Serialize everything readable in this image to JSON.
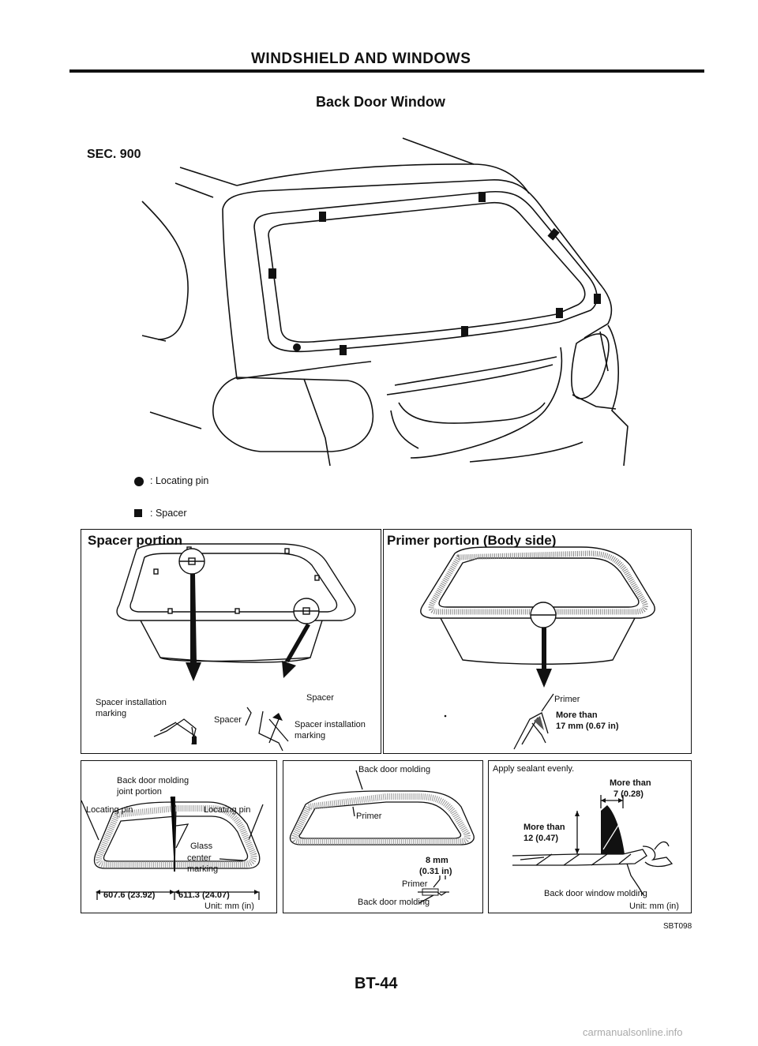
{
  "header": {
    "section_title": "WINDSHIELD AND WINDOWS",
    "subtitle": "Back Door Window"
  },
  "sec_label": "SEC. 900",
  "legend": [
    {
      "icon": "locating-pin-icon",
      "text": ": Locating pin"
    },
    {
      "icon": "spacer-icon",
      "text": ": Spacer"
    }
  ],
  "panels": {
    "spacer_portion": {
      "title": "Spacer portion",
      "labels": {
        "spacer_installation_marking_left": "Spacer installation",
        "marking_left": "marking",
        "spacer_left": "Spacer",
        "spacer_right": "Spacer",
        "spacer_installation_right": "Spacer installation",
        "marking_right": "marking"
      }
    },
    "primer_portion": {
      "title": "Primer portion (Body side)",
      "labels": {
        "primer": "Primer",
        "more_than": "More than",
        "dim": "17 mm (0.67 in)"
      }
    },
    "molding_joint": {
      "labels": {
        "back_door_molding": "Back door molding",
        "joint_portion": "joint portion",
        "locating_pin_left": "Locating pin",
        "locating_pin_right": "Locating pin",
        "glass": "Glass",
        "center": "center",
        "marking": "marking",
        "dim_left": "607.6 (23.92)",
        "dim_right": "611.3 (24.07)",
        "unit": "Unit: mm (in)"
      }
    },
    "molding_primer": {
      "labels": {
        "back_door_molding_top": "Back door molding",
        "primer_top": "Primer",
        "dim_mm": "8 mm",
        "dim_in": "(0.31 in)",
        "primer_bottom": "Primer",
        "back_door_molding_bottom": "Back door molding"
      }
    },
    "sealant": {
      "labels": {
        "apply": "Apply sealant evenly.",
        "more_than_top": "More than",
        "dim_top": "7 (0.28)",
        "more_than_left": "More than",
        "dim_left": "12 (0.47)",
        "window_molding": "Back door window molding",
        "unit": "Unit: mm (in)"
      }
    }
  },
  "figure_code": "SBT098",
  "page_number": "BT-44",
  "watermark": "carmanualsonline.info"
}
